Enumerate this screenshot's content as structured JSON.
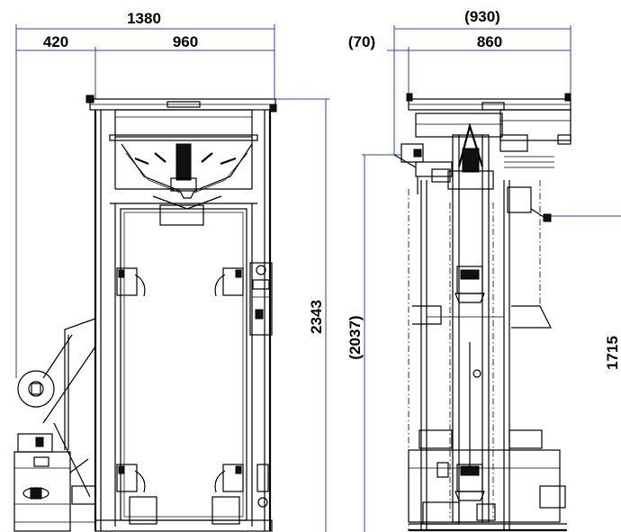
{
  "dimensions": {
    "overall_width": "1380",
    "left_section_width": "420",
    "main_width": "960",
    "side_overall": "(930)",
    "side_offset": "(70)",
    "side_width": "860",
    "front_height": "2343",
    "side_height": "(2037)",
    "side_height_right": "1715"
  },
  "colors": {
    "dimension_lines": "#2a3fd0",
    "machine_lines": "#000000",
    "background": "#ffffff"
  }
}
